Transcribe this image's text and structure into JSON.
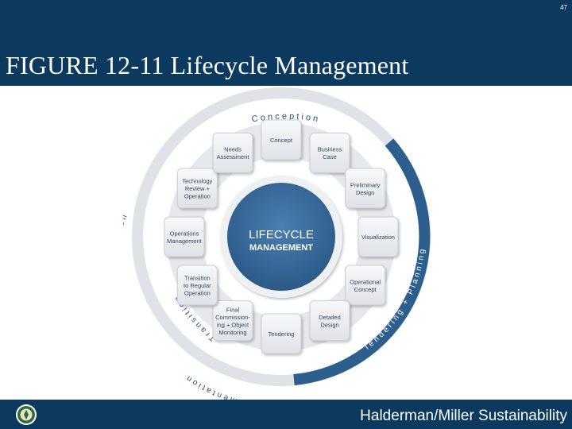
{
  "slide": {
    "page_number": "47",
    "title": "FIGURE 12-11 Lifecycle Management",
    "footer": "Halderman/Miller Sustainability"
  },
  "diagram": {
    "center": {
      "line1": "LIFECYCLE",
      "line2": "MANAGEMENT"
    },
    "ring_labels": {
      "conception": "Conception",
      "planning": "Tendering + Planning",
      "implementation": "Implementation",
      "transition": "Transition",
      "regular_operation": "Regular Operation"
    },
    "steps": [
      {
        "id": "concept",
        "lines": [
          "Concept"
        ]
      },
      {
        "id": "business-case",
        "lines": [
          "Business",
          "Case"
        ]
      },
      {
        "id": "preliminary-design",
        "lines": [
          "Preliminary",
          "Design"
        ]
      },
      {
        "id": "visualization",
        "lines": [
          "Visualization"
        ]
      },
      {
        "id": "operational-concept",
        "lines": [
          "Operational",
          "Concept"
        ]
      },
      {
        "id": "detailed-design",
        "lines": [
          "Detailed",
          "Design"
        ]
      },
      {
        "id": "tendering",
        "lines": [
          "Tendering"
        ]
      },
      {
        "id": "final-commissioning",
        "lines": [
          "Final",
          "Commission-",
          "ing + Object",
          "Monitoring"
        ]
      },
      {
        "id": "transition-to-regular-operation",
        "lines": [
          "Transition",
          "to Regular",
          "Operation"
        ]
      },
      {
        "id": "operations-management",
        "lines": [
          "Operations",
          "Management"
        ]
      },
      {
        "id": "technology-review",
        "lines": [
          "Technology",
          "Review +",
          "Operation"
        ]
      },
      {
        "id": "needs-assessment",
        "lines": [
          "Needs",
          "Assessment"
        ]
      }
    ]
  },
  "colors": {
    "header_bg": "#0c3a5e",
    "ring_dark": "#2d5f8e",
    "ring_light": "#dfe3e7",
    "center_fill": "#3a6c9b",
    "box_fill": "#eef0f2"
  }
}
